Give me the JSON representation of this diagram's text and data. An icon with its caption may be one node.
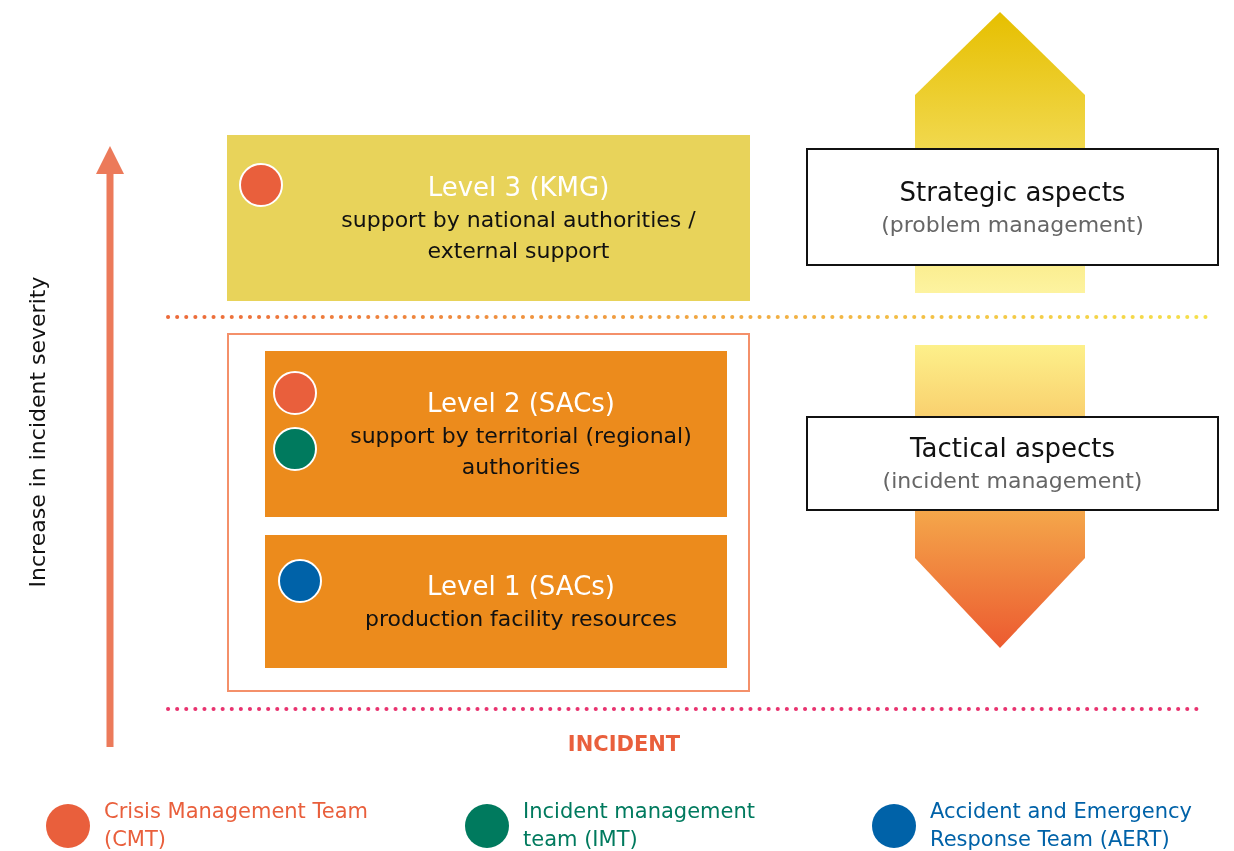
{
  "diagram": {
    "nodes": [
      {
        "text": [
          "Level 3 (KMG)",
          "support by national authorities / external support"
        ]
      },
      {
        "text": [],
        "shape": "box"
      },
      {
        "text": [
          "Level 2 (SACs)",
          "support by territorial (regional) authorities"
        ],
        "in": 1
      },
      {
        "text": [
          "Level 1 (SACs)",
          "production facility resources"
        ],
        "in": 1
      },
      {
        "text": [
          "Strategic aspects",
          "(problem management)"
        ]
      },
      {
        "text": [
          "Tactical aspects",
          "(incident management)"
        ]
      }
    ],
    "labels": [
      "Increase in incident severity",
      "INCIDENT"
    ],
    "legend": [
      {
        "text": "Crisis Management Team (CMT)",
        "color": "#e95f3c"
      },
      {
        "text": "Incident management team (IMT)",
        "color": "#007a5e"
      },
      {
        "text": "Accident and Emergency Response Team (AERT)",
        "color": "#0062a8"
      }
    ]
  }
}
